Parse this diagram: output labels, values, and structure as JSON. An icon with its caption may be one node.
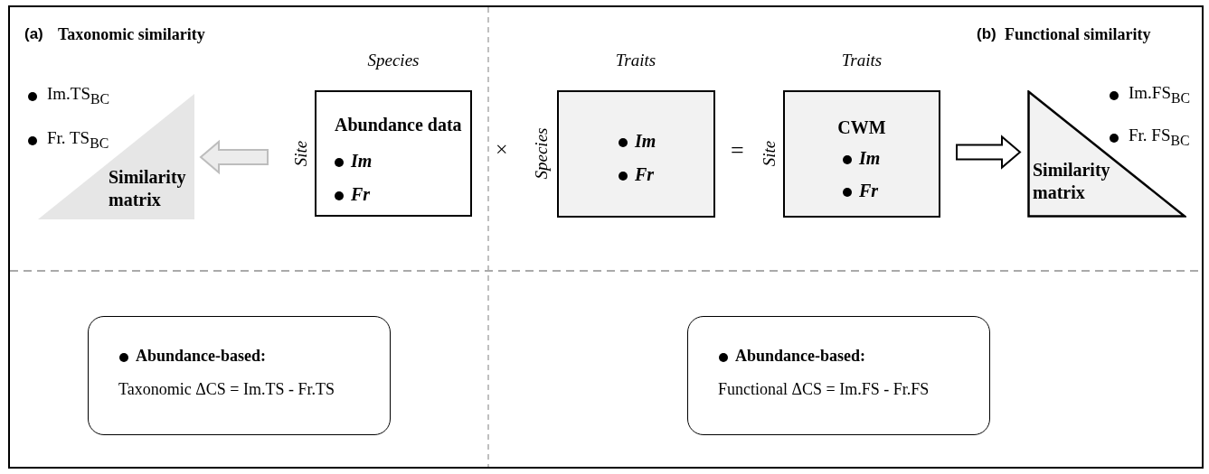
{
  "diagram": {
    "nodes": [
      {
        "text": [
          "Similarity matrix"
        ]
      },
      {
        "text": [
          "Abundance data",
          "Im",
          "Fr"
        ],
        "beside": [
          "Species",
          "Site"
        ]
      },
      {
        "text": [
          "Im",
          "Fr"
        ],
        "beside": [
          "Traits",
          "Species"
        ]
      },
      {
        "text": [
          "CWM",
          "Im",
          "Fr"
        ],
        "beside": [
          "Traits",
          "Site"
        ]
      },
      {
        "text": [
          "Similarity matrix"
        ]
      },
      {
        "text": [
          "Abundance-based:",
          "Taxonomic ΔCS = Im.TS - Fr.TS"
        ]
      },
      {
        "text": [
          "Abundance-based:",
          "Functional ΔCS = Im.FS - Fr.FS"
        ]
      }
    ],
    "edges": [
      {
        "from": 1,
        "to": 0,
        "arrow": "to",
        "color": "#bdbdbd"
      },
      {
        "from": 3,
        "to": 4,
        "arrow": "to"
      }
    ],
    "labels": [
      "(a)",
      "Taxonomic similarity",
      "(b)",
      "Functional similarity",
      "Im.TS$_{BC}$",
      "Fr. TS$_{BC}$",
      "×",
      "=",
      "Im.FS$_{BC}$",
      "Fr. FS$_{BC}$"
    ]
  }
}
